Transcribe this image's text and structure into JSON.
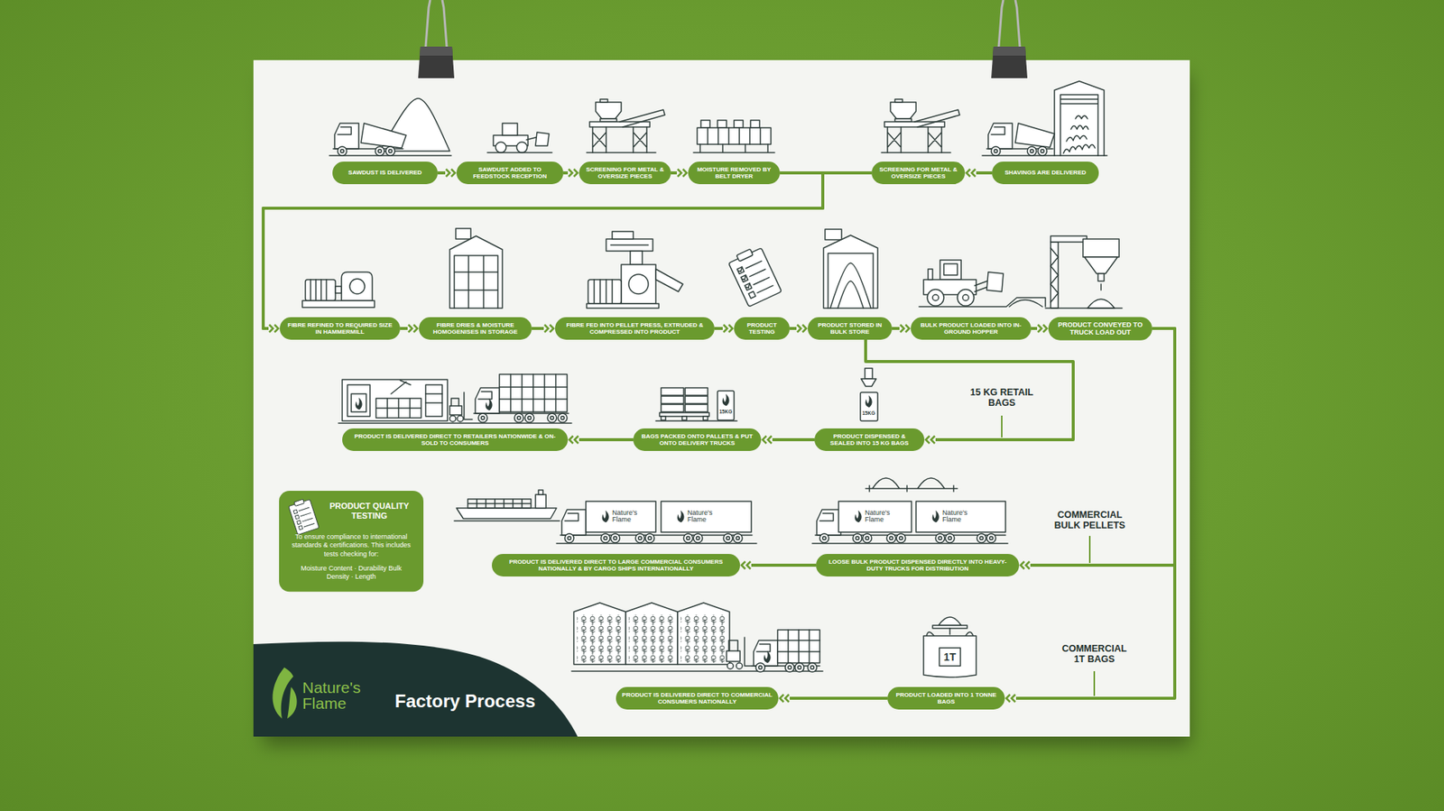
{
  "diagram": {
    "title": "Factory Process",
    "nodes": [
      {
        "text": [
          "SAWDUST IS DELIVERED"
        ]
      },
      {
        "text": [
          "SAWDUST ADDED TO FEEDSTOCK RECEPTION"
        ]
      },
      {
        "text": [
          "SCREENING FOR METAL & OVERSIZE PIECES"
        ]
      },
      {
        "text": [
          "MOISTURE REMOVED BY BELT DRYER"
        ]
      },
      {
        "text": [
          "SCREENING FOR METAL & OVERSIZE PIECES"
        ]
      },
      {
        "text": [
          "SHAVINGS ARE DELIVERED"
        ]
      },
      {
        "text": [
          "FIBRE REFINED TO REQUIRED SIZE IN HAMMERMILL"
        ]
      },
      {
        "text": [
          "FIBRE DRIES & MOISTURE HOMOGENISES IN STORAGE"
        ]
      },
      {
        "text": [
          "FIBRE FED INTO PELLET PRESS, EXTRUDED & COMPRESSED INTO PRODUCT"
        ]
      },
      {
        "text": [
          "PRODUCT TESTING"
        ]
      },
      {
        "text": [
          "PRODUCT STORED IN BULK STORE"
        ]
      },
      {
        "text": [
          "BULK PRODUCT LOADED INTO IN-GROUND HOPPER"
        ]
      },
      {
        "text": [
          "PRODUCT CONVEYED TO TRUCK LOAD OUT"
        ]
      },
      {
        "text": [
          "PRODUCT IS DELIVERED DIRECT TO RETAILERS NATIONWIDE & ON-SOLD TO CONSUMERS"
        ]
      },
      {
        "text": [
          "BAGS PACKED ONTO PALLETS & PUT ONTO DELIVERY TRUCKS"
        ]
      },
      {
        "text": [
          "PRODUCT DISPENSED & SEALED INTO 15 KG BAGS"
        ]
      },
      {
        "text": [
          "PRODUCT QUALITY TESTING",
          "To ensure compliance to international standards & certifications. This includes tests checking for:",
          "Moisture Content · Durability Bulk Density · Length"
        ]
      },
      {
        "text": [
          "PRODUCT IS DELIVERED DIRECT TO LARGE COMMERCIAL CONSUMERS NATIONALLY & BY CARGO SHIPS INTERNATIONALLY"
        ]
      },
      {
        "text": [
          "LOOSE BULK PRODUCT DISPENSED DIRECTLY INTO HEAVY-DUTY TRUCKS FOR DISTRIBUTION"
        ]
      },
      {
        "text": [
          "PRODUCT IS DELIVERED DIRECT TO COMMERCIAL CONSUMERS NATIONALLY"
        ]
      },
      {
        "text": [
          "PRODUCT LOADED INTO 1 TONNE BAGS"
        ]
      }
    ],
    "edges": [
      {
        "from": 0,
        "to": 1,
        "arrow": "to"
      },
      {
        "from": 1,
        "to": 2,
        "arrow": "to"
      },
      {
        "from": 2,
        "to": 3,
        "arrow": "to"
      },
      {
        "from": 3,
        "to": 6,
        "arrow": "to"
      },
      {
        "from": 4,
        "to": 6,
        "arrow": "to"
      },
      {
        "from": 5,
        "to": 4,
        "arrow": "to"
      },
      {
        "from": 6,
        "to": 7,
        "arrow": "to"
      },
      {
        "from": 7,
        "to": 8,
        "arrow": "to"
      },
      {
        "from": 8,
        "to": 9,
        "arrow": "to"
      },
      {
        "from": 9,
        "to": 10,
        "arrow": "to"
      },
      {
        "from": 10,
        "to": 11,
        "arrow": "to"
      },
      {
        "from": 11,
        "to": 12,
        "arrow": "to"
      },
      {
        "from": 10,
        "to": 15,
        "arrow": "to"
      },
      {
        "from": 12,
        "to": 18,
        "arrow": "to"
      },
      {
        "from": 12,
        "to": 20,
        "arrow": "to"
      },
      {
        "from": 15,
        "to": 14,
        "arrow": "to"
      },
      {
        "from": 14,
        "to": 13,
        "arrow": "to"
      },
      {
        "from": 18,
        "to": 17,
        "arrow": "to"
      },
      {
        "from": 20,
        "to": 19,
        "arrow": "to"
      }
    ],
    "labels": [
      "15 KG RETAIL BAGS",
      "COMMERCIAL BULK PELLETS",
      "COMMERCIAL 1T BAGS",
      "Nature's Flame",
      "15KG",
      "15KG",
      "Nature's Flame",
      "Nature's Flame",
      "Nature's Flame",
      "Nature's Flame",
      "1T"
    ]
  }
}
